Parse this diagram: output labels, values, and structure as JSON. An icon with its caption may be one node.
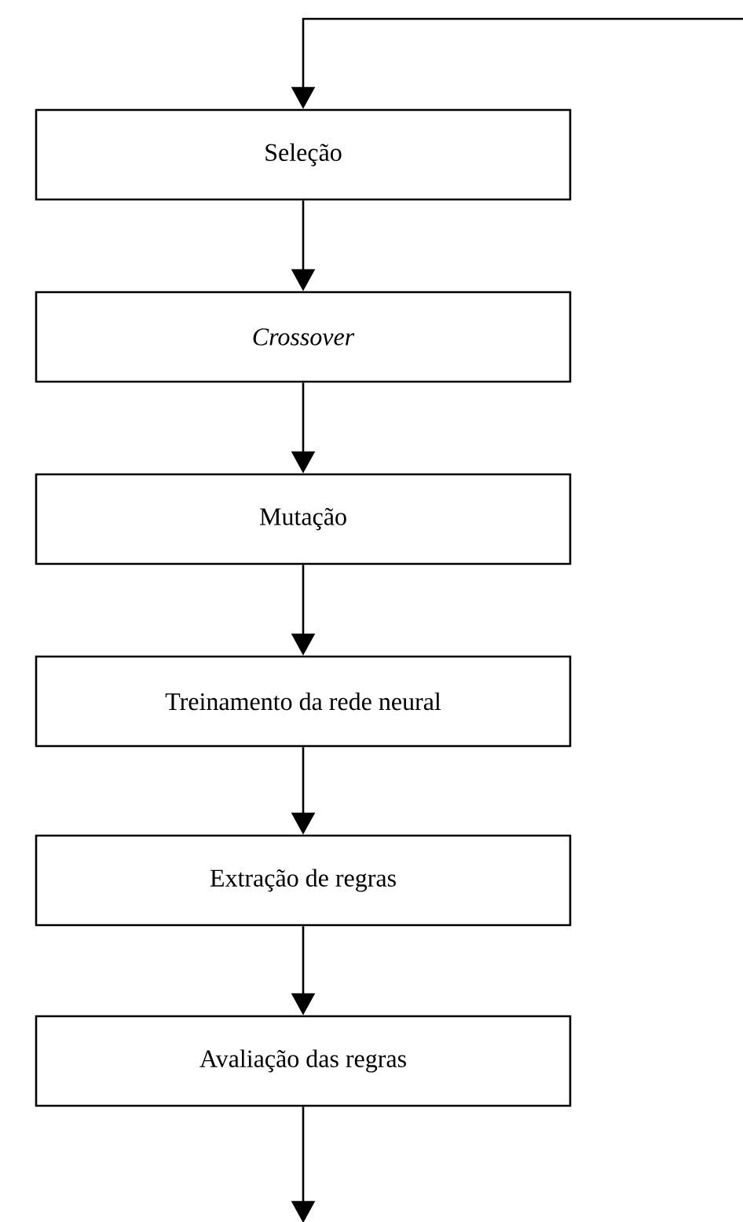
{
  "diagram": {
    "nodes": [
      {
        "text": [
          "Seleção"
        ]
      },
      {
        "text": [
          "Crossover"
        ]
      },
      {
        "text": [
          "Mutação"
        ]
      },
      {
        "text": [
          "Treinamento da rede neural"
        ]
      },
      {
        "text": [
          "Extração de regras"
        ]
      },
      {
        "text": [
          "Avaliação das regras"
        ]
      }
    ],
    "edges": [
      {
        "from": null,
        "to": 0,
        "arrow": "to"
      },
      {
        "from": 0,
        "to": 1,
        "arrow": "to"
      },
      {
        "from": 1,
        "to": 2,
        "arrow": "to"
      },
      {
        "from": 2,
        "to": 3,
        "arrow": "to"
      },
      {
        "from": 3,
        "to": 4,
        "arrow": "to"
      },
      {
        "from": 4,
        "to": 5,
        "arrow": "to"
      },
      {
        "from": 5,
        "to": null,
        "arrow": "to"
      }
    ]
  }
}
